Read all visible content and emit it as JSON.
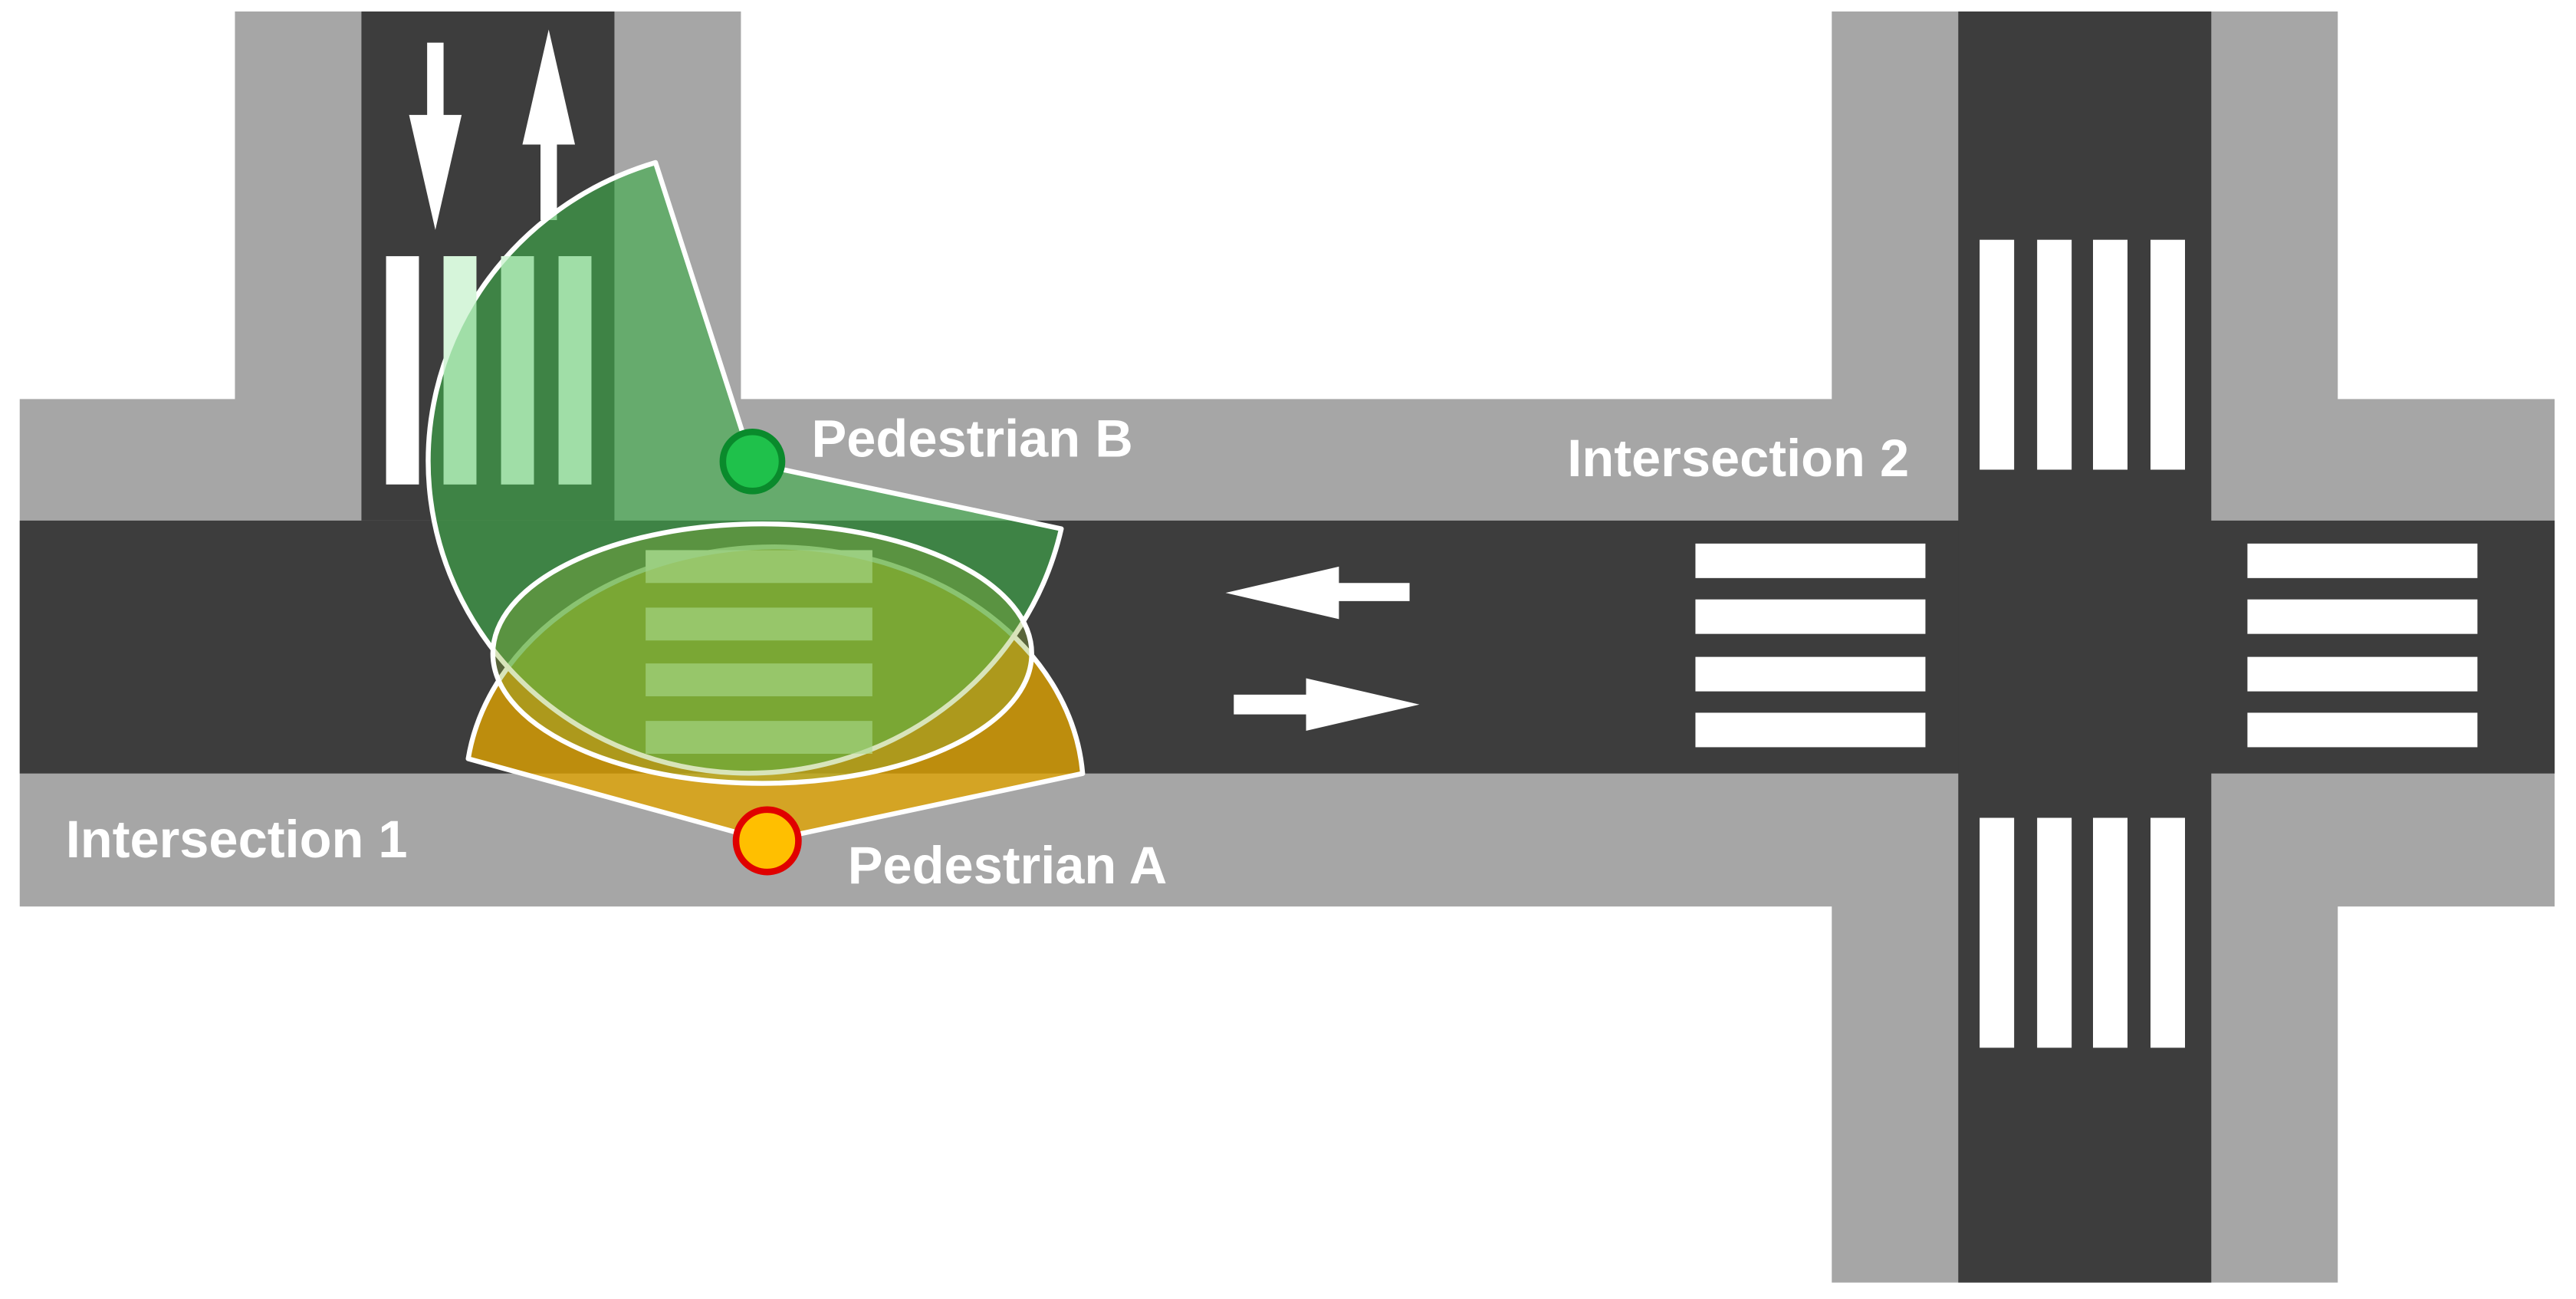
{
  "labels": {
    "intersection_1": "Intersection 1",
    "intersection_2": "Intersection 2",
    "pedestrian_a": "Pedestrian A",
    "pedestrian_b": "Pedestrian B"
  },
  "colors": {
    "road": "#3d3d3d",
    "sidewalk": "#a6a6a6",
    "marking": "#ffffff",
    "crosswalk_highlight": "#b4ecbc",
    "pedestrian_a_fill": "#ffbf00",
    "pedestrian_a_stroke": "#e00000",
    "pedestrian_a_field": "#e2a400",
    "pedestrian_b_fill": "#1fc14b",
    "pedestrian_b_stroke": "#0a8a2c",
    "pedestrian_b_field": "#3fae4a"
  },
  "icons": {
    "lane_arrows": [
      "arrow-down-icon",
      "arrow-up-icon",
      "arrow-left-icon",
      "arrow-right-icon"
    ]
  }
}
